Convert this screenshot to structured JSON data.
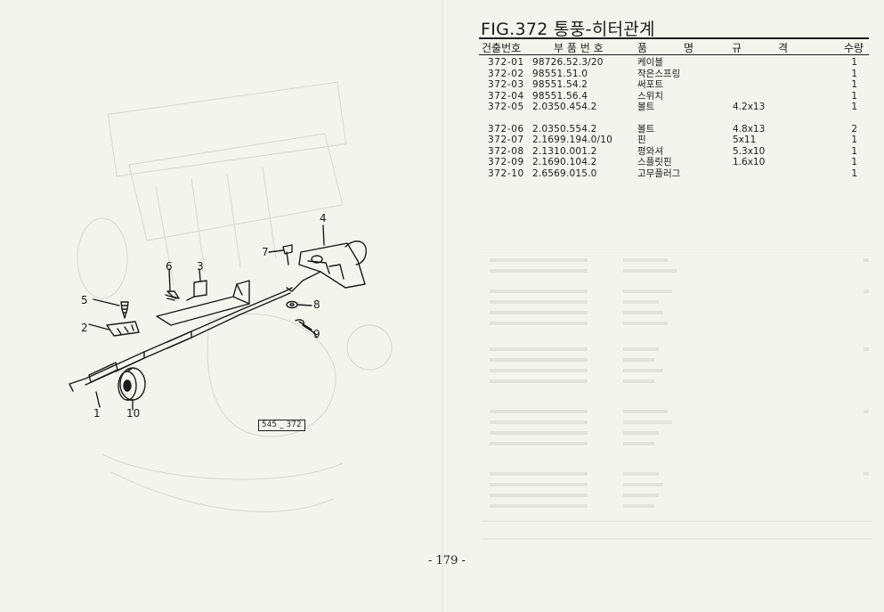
{
  "figure": {
    "title": "FIG.372 통풍-히터관계"
  },
  "headers": {
    "no": "건출번호",
    "part_no": "부 품 번 호",
    "name_a": "품",
    "name_b": "명",
    "spec_a": "규",
    "spec_b": "격",
    "qty": "수량"
  },
  "rows": [
    {
      "no": "372-01",
      "part_no": "98726.52.3/20",
      "name": "케이블",
      "spec": "",
      "qty": "1"
    },
    {
      "no": "372-02",
      "part_no": "98551.51.0",
      "name": "작은스프링",
      "spec": "",
      "qty": "1"
    },
    {
      "no": "372-03",
      "part_no": "98551.54.2",
      "name": "써포트",
      "spec": "",
      "qty": "1"
    },
    {
      "no": "372-04",
      "part_no": "98551.56.4",
      "name": "스위치",
      "spec": "",
      "qty": "1"
    },
    {
      "no": "372-05",
      "part_no": "2.0350.454.2",
      "name": "볼트",
      "spec": "4.2x13",
      "qty": "1"
    },
    {
      "no": "372-06",
      "part_no": "2.0350.554.2",
      "name": "볼트",
      "spec": "4.8x13",
      "qty": "2"
    },
    {
      "no": "372-07",
      "part_no": "2.1699.194.0/10",
      "name": "핀",
      "spec": "5x11",
      "qty": "1"
    },
    {
      "no": "372-08",
      "part_no": "2.1310.001.2",
      "name": "평와셔",
      "spec": "5.3x10",
      "qty": "1"
    },
    {
      "no": "372-09",
      "part_no": "2.1690.104.2",
      "name": "스플릿핀",
      "spec": "1.6x10",
      "qty": "1"
    },
    {
      "no": "372-10",
      "part_no": "2.6569.015.0",
      "name": "고무플러그",
      "spec": "",
      "qty": "1"
    }
  ],
  "diagram": {
    "callouts": [
      "1",
      "2",
      "3",
      "4",
      "5",
      "6",
      "7",
      "8",
      "9",
      "10"
    ],
    "reference": "545 _ 372"
  },
  "page_number": "- 179 -"
}
